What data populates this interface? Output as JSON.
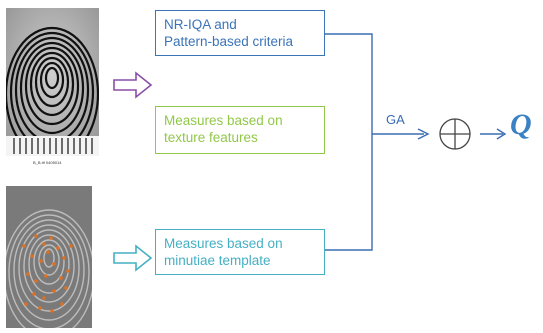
{
  "images": {
    "top_caption": "B_B.tif    0405014"
  },
  "criteria": [
    {
      "line1": "NR-IQA and",
      "line2": "Pattern-based criteria",
      "color": "#3b74b8"
    },
    {
      "line1": "Measures based on",
      "line2": "texture features",
      "color": "#92c84a"
    },
    {
      "line1": "Measures based on",
      "line2": "minutiae template",
      "color": "#45b0c4"
    }
  ],
  "combiner": {
    "label": "GA",
    "output": "Q",
    "line_color": "#3b6db4",
    "plus_icon": "circle-plus-icon"
  },
  "arrows": {
    "top_arrow_color": "#8a4fa8",
    "bottom_arrow_color": "#45b0c4"
  }
}
